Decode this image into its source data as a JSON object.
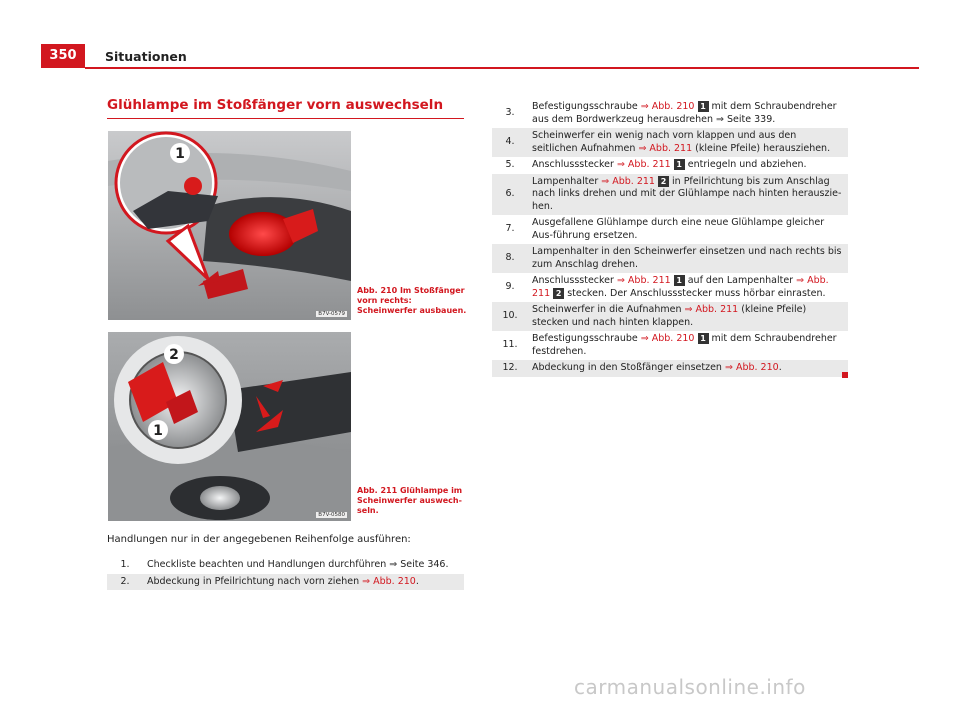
{
  "header": {
    "page_number": "350",
    "title": "Situationen"
  },
  "section_title": "Glühlampe im Stoßfänger vorn auswechseln",
  "figures": [
    {
      "code": "B7V-0579",
      "caption": "Abb. 210   Im Stoßfänger vorn rechts: Scheinwerfer ausbauen.",
      "markers": [
        "1"
      ]
    },
    {
      "code": "B7V-0580",
      "caption": "Abb. 211   Glühlampe im Scheinwerfer auswech-seln.",
      "markers": [
        "2",
        "1"
      ]
    }
  ],
  "intro": "Handlungen nur in der angegebenen Reihenfolge ausführen:",
  "steps_left": [
    {
      "n": "1.",
      "parts": [
        {
          "t": "Checkliste beachten und Handlungen durchführen ⇒ Seite 346."
        }
      ]
    },
    {
      "n": "2.",
      "parts": [
        {
          "t": "Abdeckung in Pfeilrichtung nach vorn ziehen "
        },
        {
          "link": "⇒ Abb. 210"
        },
        {
          "t": "."
        }
      ]
    }
  ],
  "steps_right": [
    {
      "n": "3.",
      "parts": [
        {
          "t": "Befestigungsschraube "
        },
        {
          "link": "⇒ Abb. 210"
        },
        {
          "t": " "
        },
        {
          "badge": "1"
        },
        {
          "t": " mit dem Schraubendreher aus dem Bordwerkzeug herausdrehen ⇒ Seite 339."
        }
      ]
    },
    {
      "n": "4.",
      "parts": [
        {
          "t": "Scheinwerfer ein wenig nach vorn klappen und aus den seitlichen Aufnahmen "
        },
        {
          "link": "⇒ Abb. 211"
        },
        {
          "t": " (kleine Pfeile) herausziehen."
        }
      ]
    },
    {
      "n": "5.",
      "parts": [
        {
          "t": "Anschlussstecker "
        },
        {
          "link": "⇒ Abb. 211"
        },
        {
          "t": " "
        },
        {
          "badge": "1"
        },
        {
          "t": " entriegeln und abziehen."
        }
      ]
    },
    {
      "n": "6.",
      "parts": [
        {
          "t": "Lampenhalter "
        },
        {
          "link": "⇒ Abb. 211"
        },
        {
          "t": " "
        },
        {
          "badge": "2"
        },
        {
          "t": " in Pfeilrichtung bis zum Anschlag nach links drehen und mit der Glühlampe nach hinten herauszie-hen."
        }
      ]
    },
    {
      "n": "7.",
      "parts": [
        {
          "t": "Ausgefallene Glühlampe durch eine neue Glühlampe gleicher Aus-führung ersetzen."
        }
      ]
    },
    {
      "n": "8.",
      "parts": [
        {
          "t": "Lampenhalter in den Scheinwerfer einsetzen und nach rechts bis zum Anschlag drehen."
        }
      ]
    },
    {
      "n": "9.",
      "parts": [
        {
          "t": "Anschlussstecker "
        },
        {
          "link": "⇒ Abb. 211"
        },
        {
          "t": " "
        },
        {
          "badge": "1"
        },
        {
          "t": " auf den Lampenhalter "
        },
        {
          "link": "⇒ Abb. 211"
        },
        {
          "t": " "
        },
        {
          "badge": "2"
        },
        {
          "t": " stecken. Der Anschlussstecker muss hörbar einrasten."
        }
      ]
    },
    {
      "n": "10.",
      "parts": [
        {
          "t": "Scheinwerfer in die Aufnahmen "
        },
        {
          "link": "⇒ Abb. 211"
        },
        {
          "t": " (kleine Pfeile) stecken und nach hinten klappen."
        }
      ]
    },
    {
      "n": "11.",
      "parts": [
        {
          "t": "Befestigungsschraube "
        },
        {
          "link": "⇒ Abb. 210"
        },
        {
          "t": " "
        },
        {
          "badge": "1"
        },
        {
          "t": " mit dem Schraubendreher festdrehen."
        }
      ]
    },
    {
      "n": "12.",
      "parts": [
        {
          "t": "Abdeckung in den Stoßfänger einsetzen "
        },
        {
          "link": "⇒ Abb. 210"
        },
        {
          "t": "."
        }
      ]
    }
  ],
  "watermark": "carmanualsonline.info",
  "colors": {
    "accent": "#d2171f",
    "row_alt": "#e9e9e9"
  }
}
